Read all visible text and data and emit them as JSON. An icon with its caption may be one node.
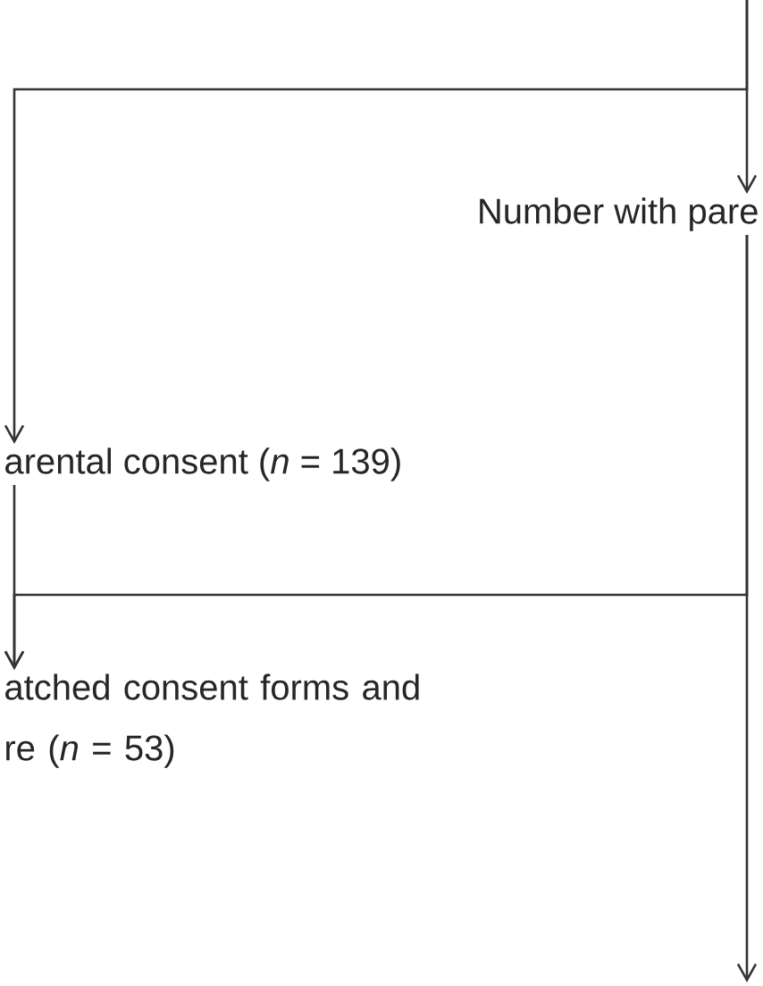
{
  "diagram": {
    "nodes": [
      {
        "text": [
          "Number with pare"
        ]
      },
      {
        "text": [
          "arental consent (*n* = 139)"
        ]
      },
      {
        "text": [
          "atched consent forms and re (*n* = 53)"
        ]
      }
    ],
    "edges": [
      {
        "from": null,
        "to": 0,
        "arrow": "to"
      },
      {
        "from": null,
        "to": 1,
        "arrow": "to"
      },
      {
        "from": 0,
        "to": 2,
        "arrow": "to"
      },
      {
        "from": 1,
        "to": 2,
        "arrow": "to"
      },
      {
        "from": 0,
        "to": null,
        "arrow": "to"
      }
    ]
  }
}
